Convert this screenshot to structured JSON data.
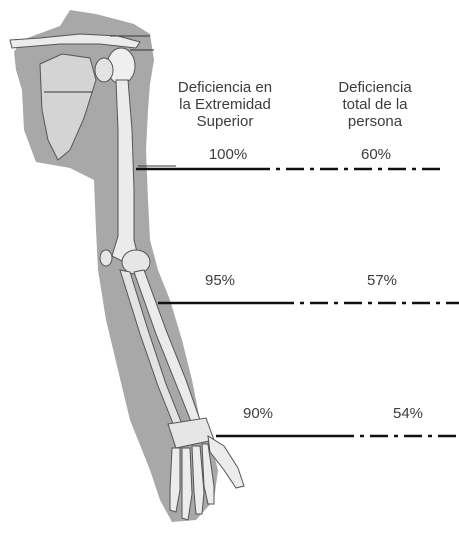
{
  "headers": {
    "limb": [
      "Deficiencia en",
      "la Extremidad",
      "Superior"
    ],
    "person": [
      "Deficiencia",
      "total de la",
      "persona"
    ]
  },
  "levels": [
    {
      "limb_deficiency": "100%",
      "person_deficiency": "60%"
    },
    {
      "limb_deficiency": "95%",
      "person_deficiency": "57%"
    },
    {
      "limb_deficiency": "90%",
      "person_deficiency": "54%"
    }
  ],
  "colors": {
    "silhouette": "#a8a8a8",
    "bone": "#e9e9e9",
    "bone_outline": "#4a4a4a",
    "line": "#111111",
    "text": "#3d3d3d"
  }
}
